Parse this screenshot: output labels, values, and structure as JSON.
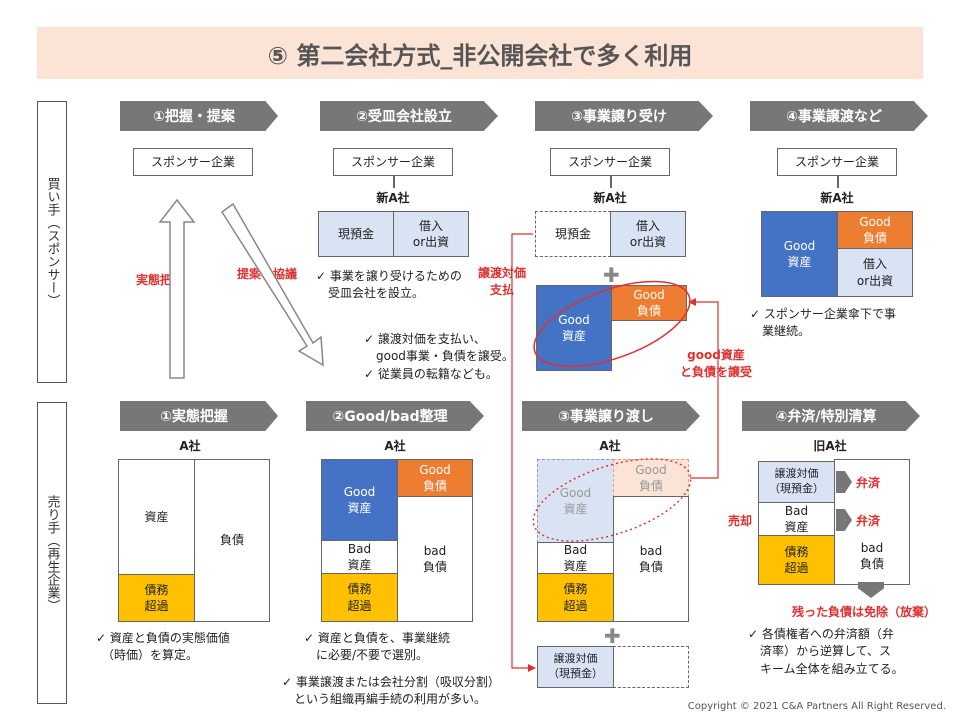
{
  "title": "⑤ 第二会社方式_非公開会社で多く利用",
  "side_labels": {
    "buyer": "買い手（スポンサー）",
    "seller": "売り手（再生企業）"
  },
  "buyer_steps": [
    "①把握・提案",
    "②受皿会社設立",
    "③事業譲り受け",
    "④事業譲渡など"
  ],
  "seller_steps": [
    "①実態把握",
    "②Good/bad整理",
    "③事業譲り渡し",
    "④弁済/特別清算"
  ],
  "sponsor": "スポンサー企業",
  "new_company": "新A社",
  "company_a": "A社",
  "old_company": "旧A社",
  "labels": {
    "cash": "現預金",
    "borrow": "借入\nor出資",
    "good_liab": "Good\n負債",
    "good_asset": "Good\n資産",
    "asset": "資産",
    "liability": "負債",
    "debt_excess": "債務\n超過",
    "bad_asset": "Bad\n資産",
    "bad_liab": "bad\n負債",
    "transfer_consideration": "譲渡対価\n（現預金）",
    "bensai": "弁済",
    "baikyaku": "売却"
  },
  "arrows": {
    "actual": "実態把握",
    "proposal": "提案・協議",
    "pay": "譲渡対価\n支払",
    "transfer": "good資産\nと負債を譲受",
    "remaining": "残った負債は免除（放棄）"
  },
  "notes": {
    "n2": "✓ 事業を譲り受けるための\n　受皿会社を設立。",
    "n3": "✓ 譲渡対価を支払い、\n　good事業・負債を譲受。\n✓ 従業員の転籍なども。",
    "n4": "✓ スポンサー企業傘下で事\n　業継続。",
    "s1": "✓ 資産と負債の実態価値\n　（時価）を算定。",
    "s2": "✓ 資産と負債を、事業継続\n　に必要/不要で選別。",
    "s3": "✓ 事業譲渡または会社分割（吸収分割）\n　という組織再編手続の利用が多い。",
    "s4": "✓ 各債権者への弁済額（弁\n　済率）から逆算して、ス\n　キーム全体を組み立てる。"
  },
  "copyright": "Copyright © 2021 C&A Partners All Right Reserved.",
  "colors": {
    "blue": "#4472c4",
    "orange": "#ed7d31",
    "yellow": "#ffc000",
    "light_blue": "#dae3f3",
    "red": "#e03030"
  }
}
